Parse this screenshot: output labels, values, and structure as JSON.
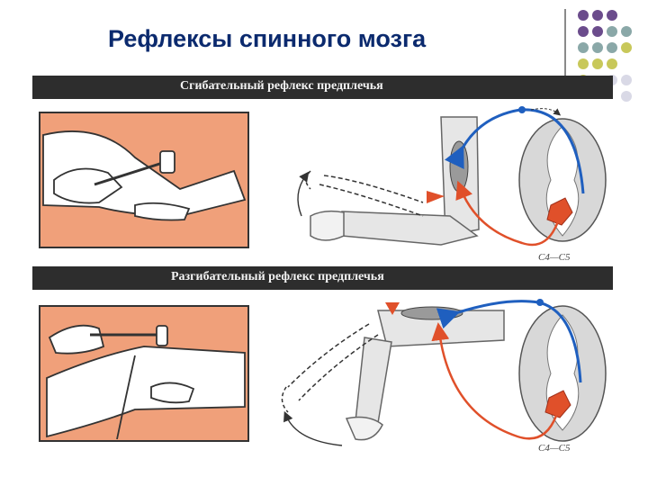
{
  "title": "Рефлексы спинного мозга",
  "sections": [
    {
      "label": "Сгибательный рефлекс предплечья",
      "segment": "C4—C5"
    },
    {
      "label": "Разгибательный рефлекс предплечья",
      "segment": "C4—C5"
    }
  ],
  "colors": {
    "title": "#0b2a6e",
    "band": "#2d2d2d",
    "panel": "#f0a07a",
    "afferent": "#1f5fbf",
    "efferent": "#e0502a",
    "deco_purple": "#6b4c8c",
    "deco_teal": "#8aa8a8",
    "deco_olive": "#c8c85a"
  }
}
